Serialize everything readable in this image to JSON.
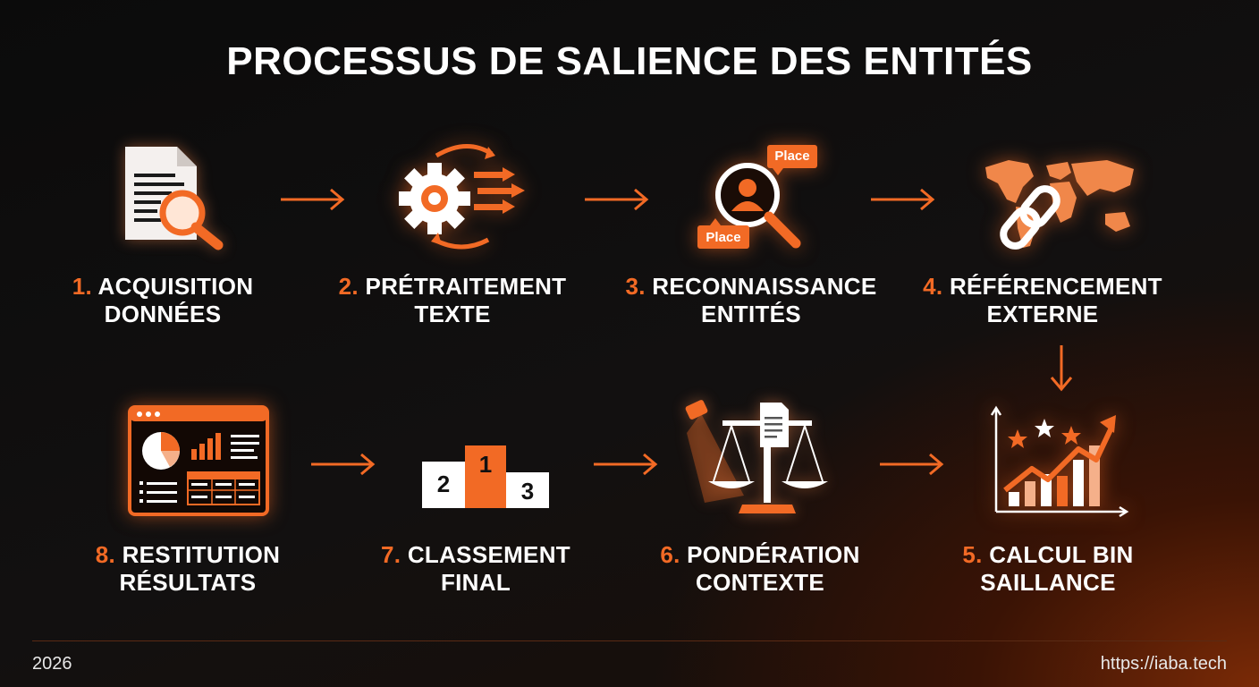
{
  "title": "PROCESSUS DE SALIENCE DES ENTITÉS",
  "steps": [
    {
      "num": "1.",
      "line1": "ACQUISITION",
      "line2": "DONNÉES"
    },
    {
      "num": "2.",
      "line1": "PRÉTRAITEMENT",
      "line2": "TEXTE"
    },
    {
      "num": "3.",
      "line1": "RECONNAISSANCE",
      "line2": "ENTITÉS"
    },
    {
      "num": "4.",
      "line1": "RÉFÉRENCEMENT",
      "line2": "EXTERNE"
    },
    {
      "num": "5.",
      "line1": "CALCUL BIN",
      "line2": "SAILLANCE"
    },
    {
      "num": "6.",
      "line1": "PONDÉRATION",
      "line2": "CONTEXTE"
    },
    {
      "num": "7.",
      "line1": "CLASSEMENT",
      "line2": "FINAL"
    },
    {
      "num": "8.",
      "line1": "RESTITUTION",
      "line2": "RÉSULTATS"
    }
  ],
  "icon_text": {
    "place_top": "Place",
    "place_bottom": "Place",
    "podium_first": "1",
    "podium_second": "2",
    "podium_third": "3"
  },
  "icons": {
    "step1": "document-search-icon",
    "step2": "gear-arrows-icon",
    "step3": "entity-search-icon",
    "step4": "world-map-link-icon",
    "step5": "growth-chart-icon",
    "step6": "balance-scale-icon",
    "step7": "podium-icon",
    "step8": "dashboard-icon"
  },
  "colors": {
    "accent": "#f26a25",
    "text": "#ffffff",
    "background": "#0d0b0b"
  },
  "footer": {
    "year": "2026",
    "url": "https://iaba.tech"
  }
}
